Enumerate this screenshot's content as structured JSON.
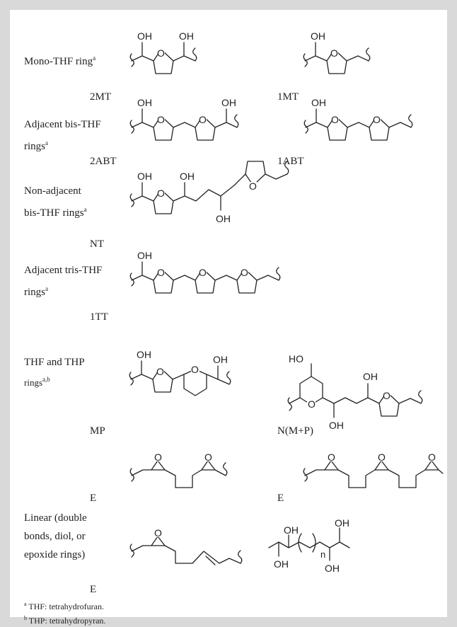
{
  "rows": [
    {
      "label": "Mono-THF ring",
      "label_sup": "a",
      "codes": [
        "2MT",
        "1MT"
      ]
    },
    {
      "label": "Adjacent bis-THF",
      "label2": "rings",
      "label_sup": "a",
      "codes": [
        "2ABT",
        "1ABT"
      ]
    },
    {
      "label": "Non-adjacent",
      "label2": "bis-THF rings",
      "label_sup": "a",
      "codes": [
        "NT"
      ]
    },
    {
      "label": "Adjacent tris-THF",
      "label2": "rings",
      "label_sup": "a",
      "codes": [
        "1TT"
      ]
    },
    {
      "label": "THF and THP",
      "label2": "rings",
      "label_sup": "a,b",
      "codes": [
        "MP",
        "N(M+P)"
      ]
    },
    {
      "label": "Linear (double",
      "label2": "bonds, diol, or",
      "label3": "epoxide rings)",
      "codes": [
        "E",
        "E",
        "E"
      ]
    }
  ],
  "atoms": {
    "hydroxyl": "OH",
    "hydroxyl_left": "HO",
    "oxygen": "O",
    "repeat": "n"
  },
  "footnotes": [
    {
      "mark": "a",
      "text": "THF: tetrahydrofuran."
    },
    {
      "mark": "b",
      "text": "THP: tetrahydropyran."
    }
  ]
}
